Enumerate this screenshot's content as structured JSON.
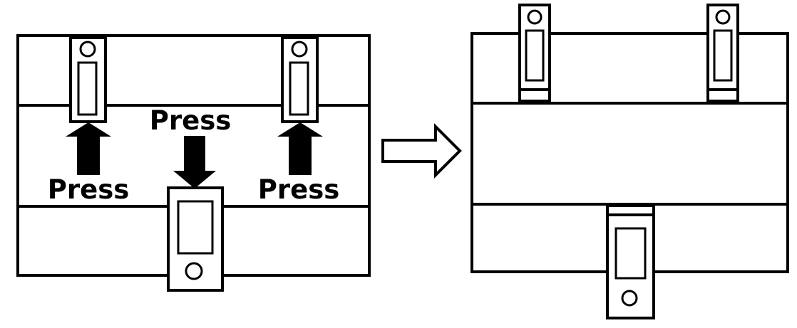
{
  "labels": {
    "press_left": "Press",
    "press_center": "Press",
    "press_right": "Press"
  },
  "colors": {
    "stroke": "#000000",
    "fill": "#ffffff",
    "arrow_fill": "#000000"
  },
  "icons": {
    "transition": "right-arrow-outline-icon",
    "press_up": "arrow-up-filled-icon",
    "press_down": "arrow-down-filled-icon"
  }
}
